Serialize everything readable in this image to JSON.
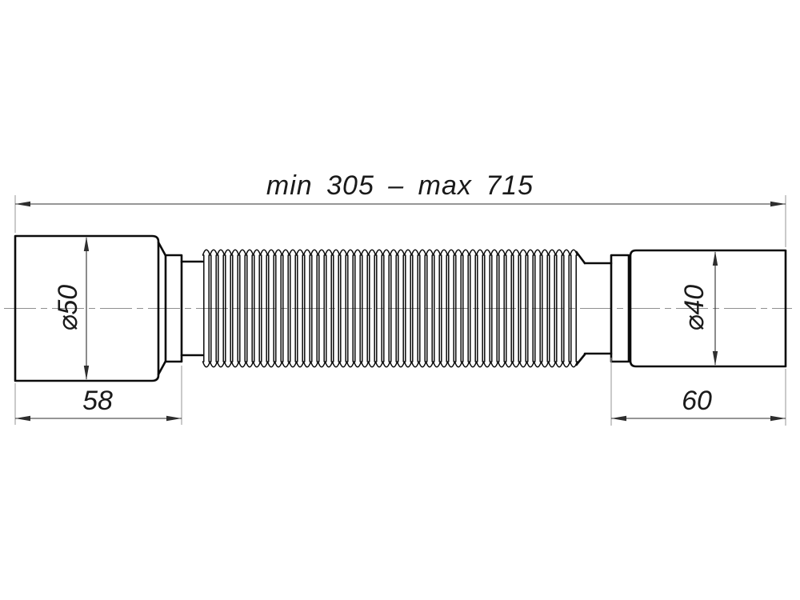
{
  "drawing": {
    "kind": "technical-drawing-flexible-corrugated-pipe",
    "labels": {
      "overall_length": "min 305 – max 715",
      "left_diameter": "⌀50",
      "right_diameter": "⌀40",
      "left_cuff_length": "58",
      "right_cuff_length": "60"
    },
    "colors": {
      "background": "#ffffff",
      "outline": "#0b0b0b",
      "dimension_lines": "#2e2e2e",
      "extension_lines": "#9e9e9e",
      "centerline": "#8f8f8f",
      "text": "#1a1a1a"
    }
  }
}
